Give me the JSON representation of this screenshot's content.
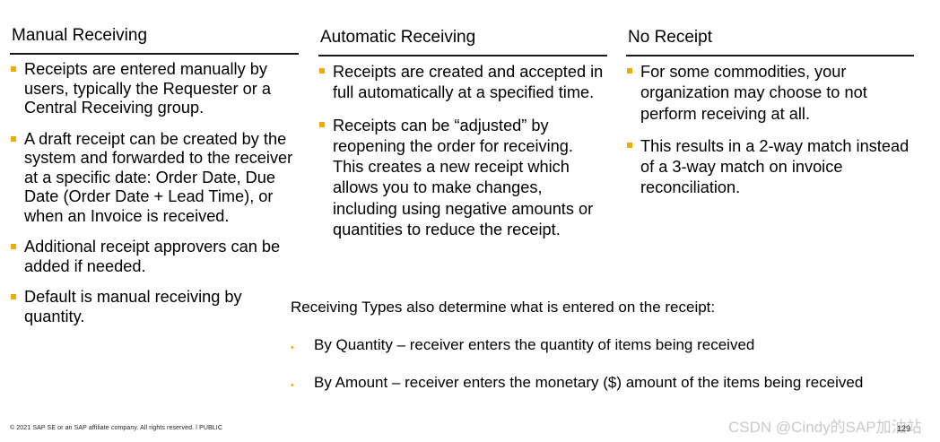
{
  "columns": [
    {
      "title": "Manual Receiving",
      "bullets": [
        "Receipts are entered manually by users, typically the Requester or a Central Receiving group.",
        "A draft receipt can be created by the system and forwarded to the receiver at a specific date: Order Date, Due Date (Order Date + Lead Time), or when an Invoice is received.",
        "Additional receipt approvers can be added if needed.",
        "Default is manual receiving by quantity."
      ]
    },
    {
      "title": "Automatic Receiving",
      "bullets": [
        "Receipts are created and accepted in full automatically at a specified time.",
        "Receipts can be “adjusted” by reopening the order for receiving. This creates a new receipt which allows you to make changes, including using negative amounts or quantities to reduce the receipt."
      ]
    },
    {
      "title": "No Receipt",
      "bullets": [
        "For some commodities, your organization may choose to not perform receiving at all.",
        "This results in a 2-way match instead of a 3-way match on invoice reconciliation."
      ]
    }
  ],
  "receiving_types": {
    "intro": "Receiving Types also determine what is entered on the receipt:",
    "items": [
      "By Quantity – receiver enters the quantity of items being received",
      "By Amount – receiver enters the monetary ($) amount of the items being received"
    ]
  },
  "footer": {
    "copyright": "© 2021 SAP SE or an SAP affiliate company. All rights reserved.  ǀ  PUBLIC",
    "page_number": "129",
    "watermark": "CSDN @Cindy的SAP加油站"
  },
  "colors": {
    "accent_bullet": "#f0ab00",
    "rule": "#1a1a1a",
    "text": "#000000"
  }
}
